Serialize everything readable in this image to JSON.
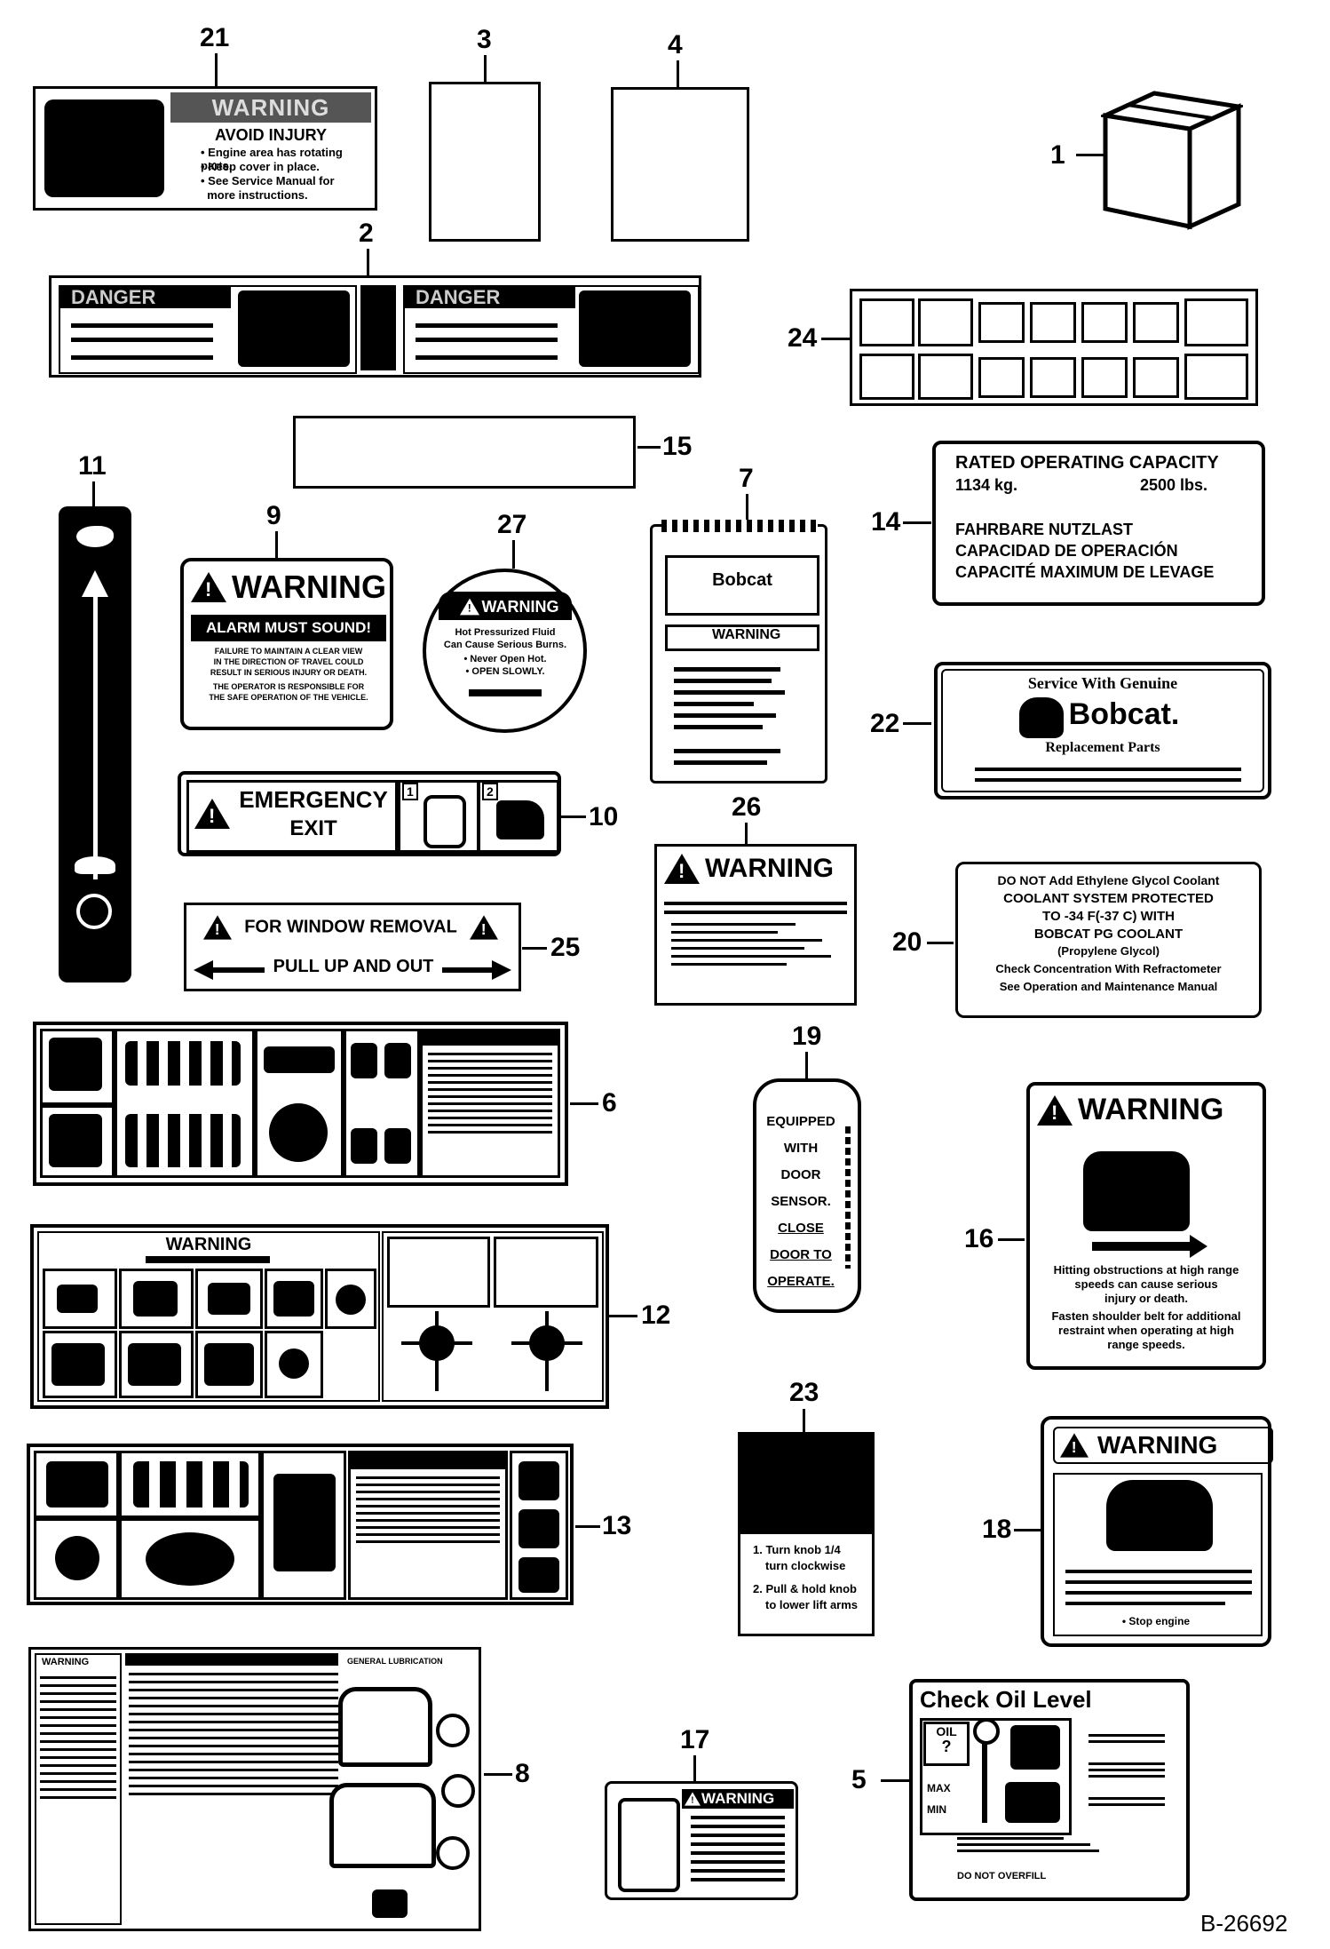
{
  "figure_id": "B-26692",
  "callouts": [
    "1",
    "2",
    "3",
    "4",
    "5",
    "6",
    "7",
    "8",
    "9",
    "10",
    "11",
    "12",
    "13",
    "14",
    "15",
    "16",
    "17",
    "18",
    "19",
    "20",
    "21",
    "22",
    "23",
    "24",
    "25",
    "26",
    "27"
  ],
  "decal21": {
    "header": "WARNING",
    "title": "AVOID INJURY",
    "lines": [
      "• Engine area has rotating parts.",
      "• Keep cover in place.",
      "• See Service Manual for",
      "  more instructions."
    ]
  },
  "decal2": {
    "left_header": "DANGER",
    "right_header": "DANGER"
  },
  "decal9": {
    "header": "WARNING",
    "subtitle": "ALARM MUST SOUND!",
    "lines": [
      "FAILURE TO MAINTAIN A CLEAR VIEW",
      "IN THE DIRECTION OF TRAVEL COULD",
      "RESULT IN SERIOUS INJURY OR DEATH.",
      "THE OPERATOR IS RESPONSIBLE FOR",
      "THE SAFE OPERATION OF THE VEHICLE."
    ]
  },
  "decal27": {
    "header": "WARNING",
    "lines": [
      "Hot Pressurized Fluid",
      "Can Cause Serious Burns.",
      "• Never Open Hot.",
      "• OPEN SLOWLY."
    ]
  },
  "decal7": {
    "brand": "Bobcat",
    "header": "WARNING"
  },
  "decal14": {
    "title": "RATED OPERATING CAPACITY",
    "kg": "1134 kg.",
    "lbs": "2500 lbs.",
    "lines": [
      "FAHRBARE NUTZLAST",
      "CAPACIDAD DE OPERACIÓN",
      "CAPACITÉ MAXIMUM DE LEVAGE"
    ]
  },
  "decal22": {
    "top": "Service With Genuine",
    "brand": "Bobcat.",
    "sub": "Replacement Parts"
  },
  "decal10": {
    "line1": "EMERGENCY",
    "line2": "EXIT",
    "step1": "1",
    "step2": "2"
  },
  "decal26": {
    "header": "WARNING"
  },
  "decal20": {
    "lines": [
      "DO NOT Add Ethylene Glycol Coolant",
      "COOLANT SYSTEM PROTECTED",
      "TO -34 F(-37 C) WITH",
      "BOBCAT PG COOLANT",
      "(Propylene Glycol)",
      "Check Concentration With Refractometer",
      "See Operation and Maintenance Manual"
    ]
  },
  "decal25": {
    "line1": "FOR WINDOW REMOVAL",
    "line2": "PULL UP AND OUT"
  },
  "decal19": {
    "lines": [
      "EQUIPPED",
      "WITH",
      "DOOR",
      "SENSOR.",
      "CLOSE",
      "DOOR TO",
      "OPERATE."
    ]
  },
  "decal16": {
    "header": "WARNING",
    "lines": [
      "Hitting obstructions at high range",
      "speeds can cause serious",
      "injury or death.",
      "Fasten shoulder belt for additional",
      "restraint when operating at high",
      "range speeds."
    ]
  },
  "decal12": {
    "header": "WARNING"
  },
  "decal23": {
    "lines": [
      "1. Turn knob 1/4",
      "turn clockwise",
      "2. Pull & hold knob",
      "to lower lift arms"
    ]
  },
  "decal18": {
    "header": "WARNING",
    "footer": "• Stop engine"
  },
  "decal8": {
    "header": "WARNING",
    "right_title": "GENERAL LUBRICATION"
  },
  "decal17": {
    "header": "WARNING"
  },
  "decal5": {
    "title": "Check Oil Level",
    "oil": "OIL",
    "q": "?",
    "max": "MAX",
    "min": "MIN",
    "note": "DO NOT OVERFILL"
  }
}
